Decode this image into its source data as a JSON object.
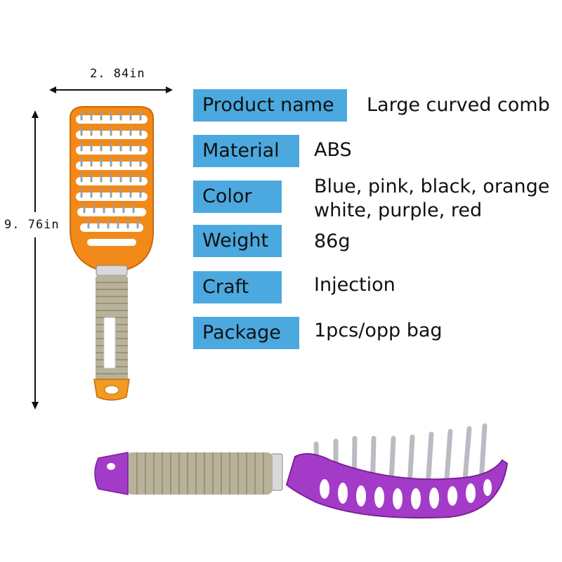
{
  "dimensions": {
    "width_label": "2. 84in",
    "height_label": "9. 76in"
  },
  "specs": [
    {
      "label": "Product name",
      "value": "Large curved comb"
    },
    {
      "label": "Material",
      "value": "ABS"
    },
    {
      "label": "Color",
      "value_lines": [
        "Blue, pink, black, orange",
        "white, purple, red"
      ]
    },
    {
      "label": "Weight",
      "value": "86g"
    },
    {
      "label": "Craft",
      "value": "Injection"
    },
    {
      "label": "Package",
      "value": "1pcs/opp bag"
    }
  ],
  "colors": {
    "label_background": "#4ba9df",
    "brush_orange": "#f28a1a",
    "brush_purple": "#a33bc8",
    "grip": "#b8b29a",
    "bristle": "#cfd2d6"
  },
  "images": [
    {
      "icon": "orange-vent-brush-icon"
    },
    {
      "icon": "purple-vent-brush-icon"
    }
  ]
}
